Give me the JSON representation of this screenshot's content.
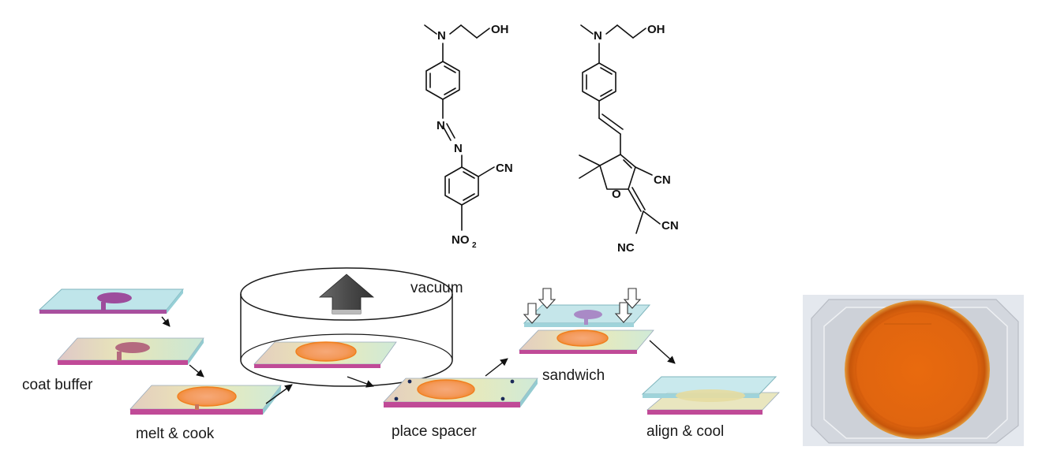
{
  "molecule_left": {
    "atoms": {
      "n_amine": "N",
      "oh": "OH",
      "n_azo_1": "N",
      "n_azo_2": "N",
      "cn": "CN",
      "no2_main": "NO",
      "no2_sub": "2"
    }
  },
  "molecule_right": {
    "atoms": {
      "n_amine": "N",
      "oh": "OH",
      "cn_ring": "CN",
      "o_ring": "O",
      "cn_upper": "CN",
      "nc_lower": "NC"
    }
  },
  "process": {
    "steps": {
      "coat_buffer": "coat buffer",
      "melt_cook": "melt & cook",
      "vacuum": "vacuum",
      "place_spacer": "place spacer",
      "sandwich": "sandwich",
      "align_cool": "align & cool"
    }
  },
  "colors": {
    "substrate_blue": "#bfe3e8",
    "substrate_gradient_green": "#e6ecb4",
    "electrode_purple": "#9b4f9a",
    "film_orange": "#f59a55",
    "photo_orange": "#e56b12",
    "arrow_gray": "#555555"
  }
}
